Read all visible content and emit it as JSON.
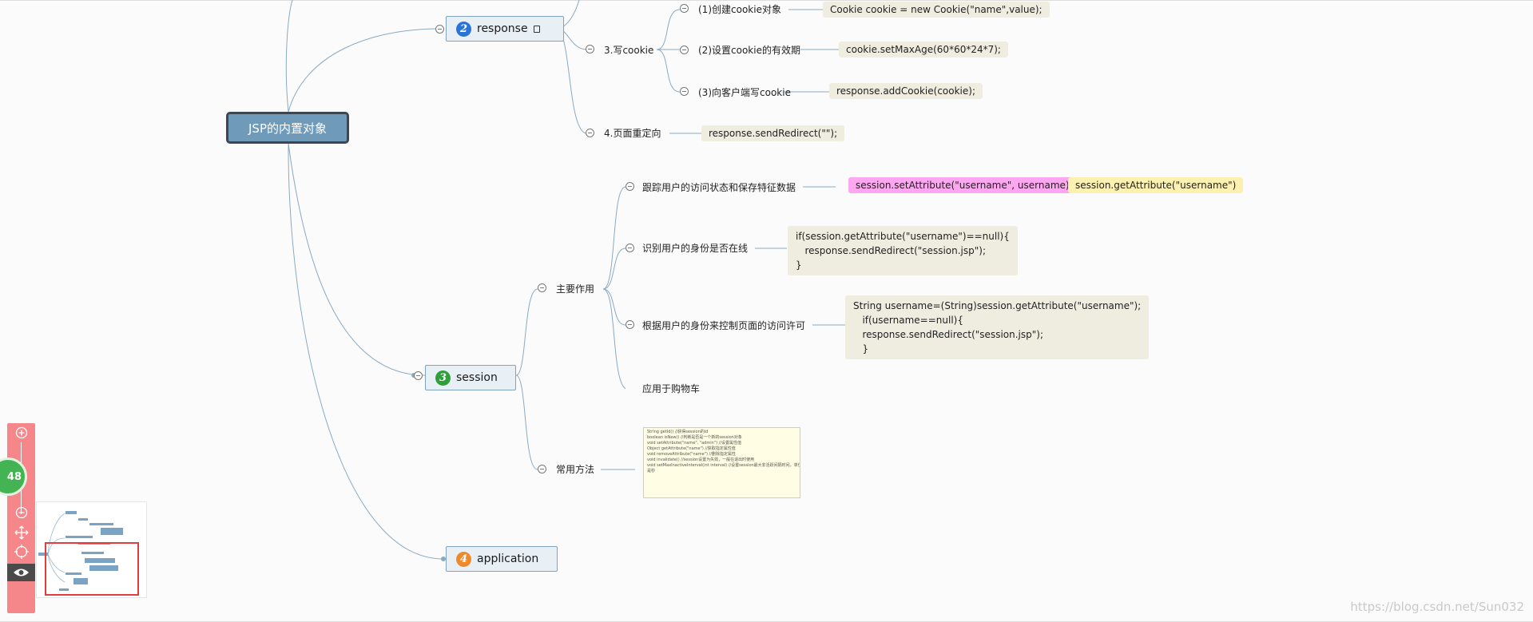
{
  "mindmap": {
    "root": "JSP的内置对象",
    "topics": {
      "response": {
        "number": "2",
        "label": "response",
        "note_icon": "note-icon"
      },
      "session": {
        "number": "3",
        "label": "session"
      },
      "application": {
        "number": "4",
        "label": "application"
      }
    },
    "response_branch": {
      "write_cookie": "3.写cookie",
      "create_cookie": "(1)创建cookie对象",
      "create_cookie_code": "Cookie cookie = new Cookie(\"name\",value);",
      "set_max_age": "(2)设置cookie的有效期",
      "set_max_age_code": "cookie.setMaxAge(60*60*24*7);",
      "add_cookie": "(3)向客户端写cookie",
      "add_cookie_code": "response.addCookie(cookie);",
      "redirect": "4.页面重定向",
      "redirect_code": "response.sendRedirect(\"\");"
    },
    "session_branch": {
      "main_role": "主要作用",
      "track": "跟踪用户的访问状态和保存特征数据",
      "track_code_set": "session.setAttribute(\"username\", username);",
      "track_code_get": "session.getAttribute(\"username\")",
      "identify": "识别用户的身份是否在线",
      "identify_code": "if(session.getAttribute(\"username\")==null){\n   response.sendRedirect(\"session.jsp\");\n}",
      "control": "根据用户的身份来控制页面的访问许可",
      "control_code": "String username=(String)session.getAttribute(\"username\");\n   if(username==null){\n   response.sendRedirect(\"session.jsp\");\n   }",
      "cart": "应用于购物车",
      "common_methods": "常用方法",
      "methods_note": [
        "String getId() //获得session的id",
        "boolean isNew() //判断是否是一个新的session对象",
        "void setAttribute(\"name\", \"admin\") //设置属性值",
        "Object getAttribute(\"name\") //获取指定属性值",
        "void removeAttribute(\"name\") //删除指定属性",
        "void invalidate() //session设置为失效，一般在退出时使用",
        "void setMaxInactiveInterval(int interval) //设置session最大非活跃间隔时间，单位",
        "是秒"
      ]
    }
  },
  "toolbar": {
    "zoom_in_icon": "plus-circle-icon",
    "zoom_level": "48",
    "zoom_out_icon": "minus-circle-icon",
    "move_icon": "move-icon",
    "center_icon": "target-icon",
    "eye_icon": "eye-icon"
  },
  "watermark": "https://blog.csdn.net/Sun032",
  "colors": {
    "root_fill": "#6f9ab9",
    "topic_fill": "#e8f0f6",
    "line": "#8aa9c3",
    "badge_response": "#2a74d8",
    "badge_session": "#2f9e3b",
    "badge_application": "#ee8a2c",
    "toolbar": "#f5878b",
    "zoom_badge": "#43b353",
    "highlight_pink": "#fda7f0",
    "highlight_yellow": "#fdf1b1"
  }
}
